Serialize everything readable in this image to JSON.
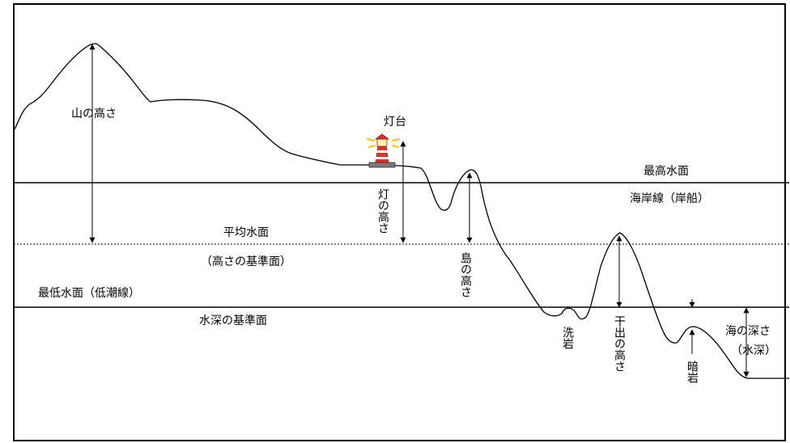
{
  "labels": {
    "mountain_height": "山の高さ",
    "lighthouse": "灯台",
    "light_height": "灯の高さ",
    "highest_water": "最高水面",
    "coastline": "海岸線（岸船）",
    "mean_water": "平均水面",
    "height_datum": "（高さの基準面）",
    "island_height": "島の高さ",
    "lowest_water": "最低水面（低潮線）",
    "depth_datum": "水深の基準面",
    "washing_rock": "洗岩",
    "drying_height": "干出の高さ",
    "sunken_rock": "暗岩",
    "sea_depth_1": "海の深さ",
    "sea_depth_2": "（水深）"
  },
  "icons": [
    "lighthouse-icon"
  ],
  "colors": {
    "line": "#000000",
    "lighthouse_red": "#e0322a",
    "lighthouse_glow": "#f5c400"
  }
}
